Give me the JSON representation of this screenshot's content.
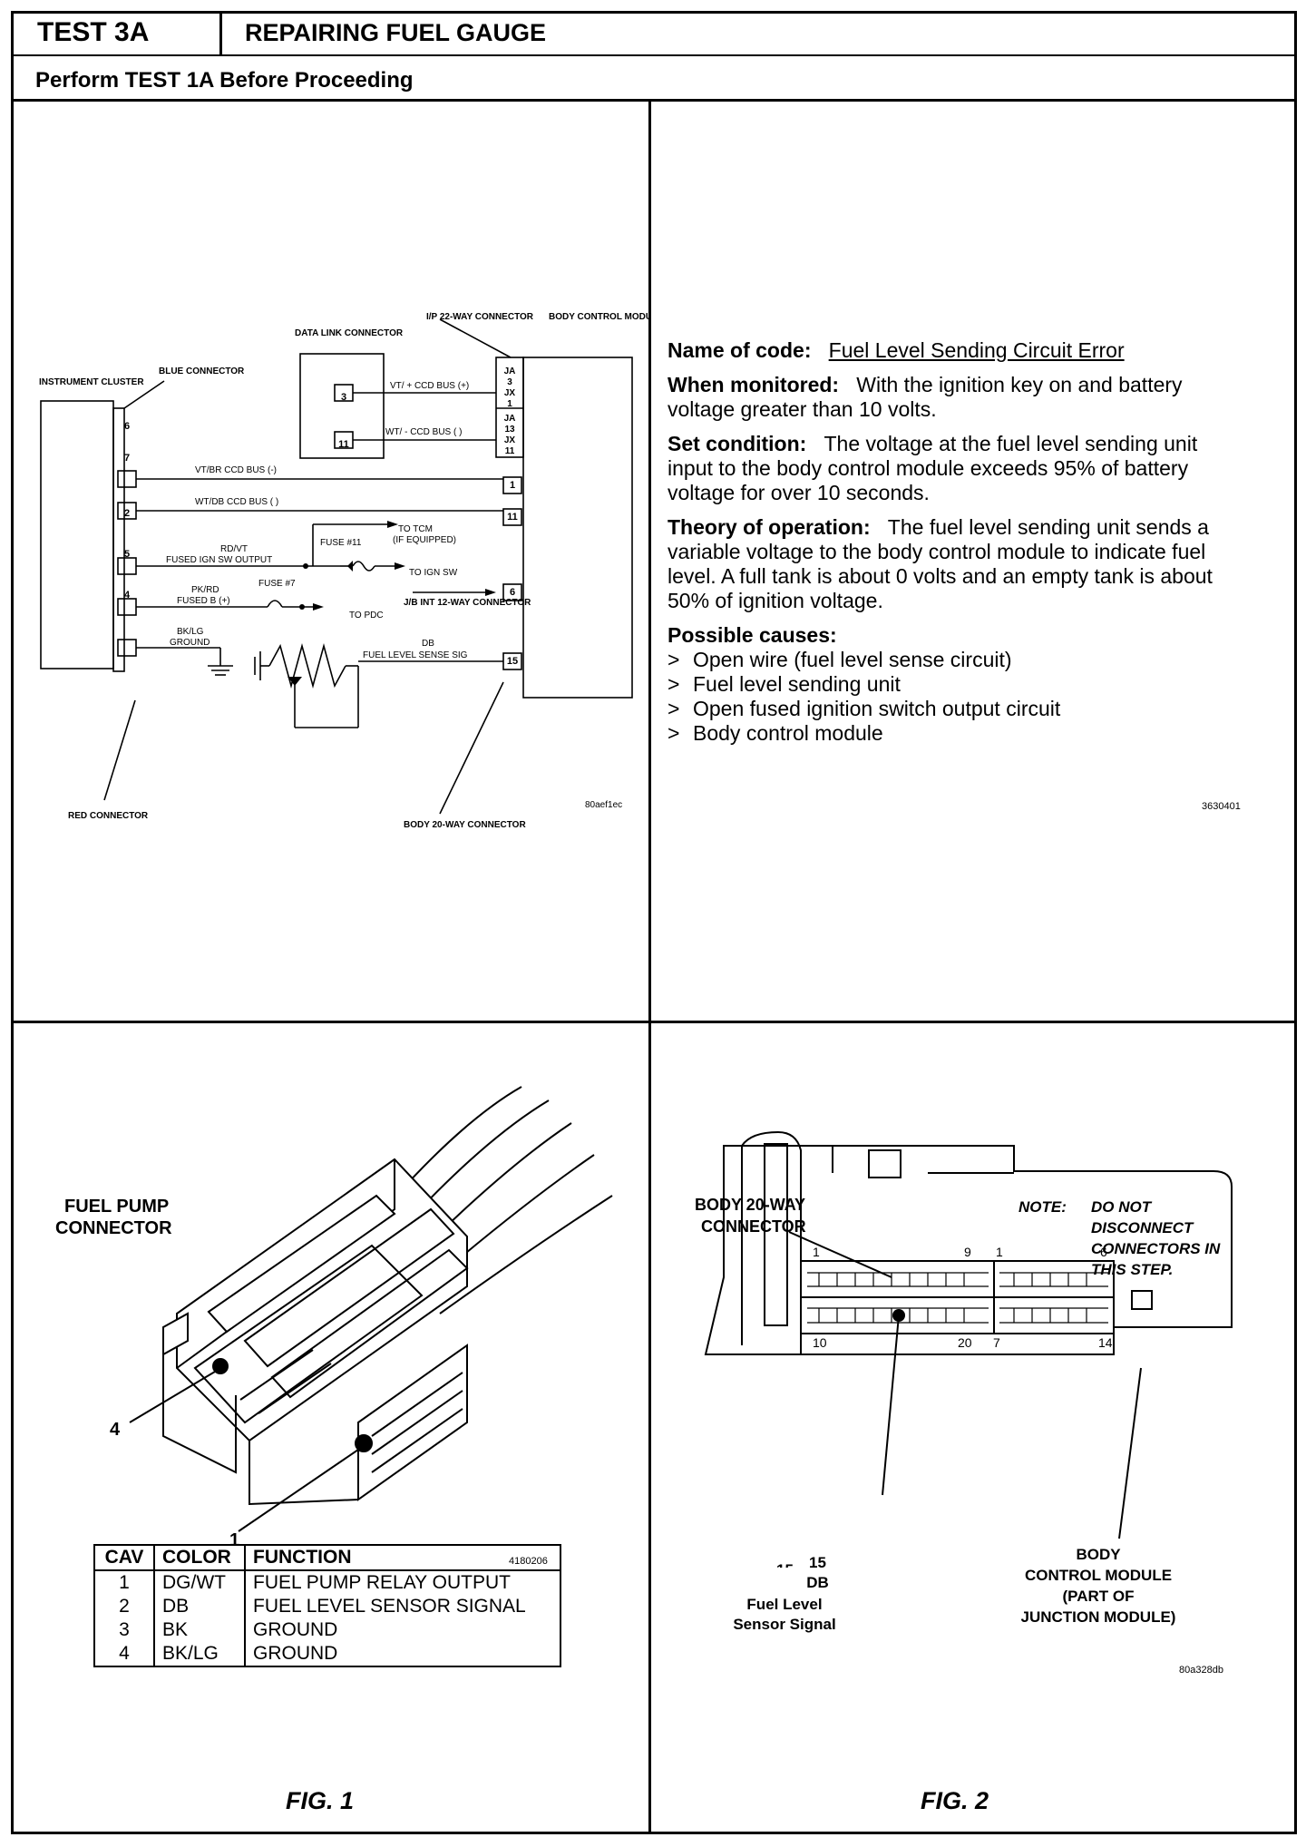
{
  "header": {
    "test_id": "TEST 3A",
    "title": "REPAIRING FUEL GAUGE",
    "prerequisite": "Perform TEST 1A Before Proceeding"
  },
  "schematic": {
    "instrument_cluster": "INSTRUMENT CLUSTER",
    "blue_connector": "BLUE CONNECTOR",
    "data_link_connector": "DATA LINK CONNECTOR",
    "ip_22way": "I/P 22-WAY CONNECTOR",
    "body_control_module": "BODY CONTROL MODULE",
    "red_connector": "RED CONNECTOR",
    "body_20way": "BODY 20-WAY CONNECTOR",
    "jb_int": "J/B INT 12-WAY CONNECTOR",
    "to_tcm": "TO TCM",
    "if_equipped": "(IF EQUIPPED)",
    "to_ign_sw": "TO IGN SW",
    "to_pdc": "TO PDC",
    "fuse11": "FUSE #11",
    "fuse7": "FUSE #7",
    "w_vtplus": "VT/ + CCD BUS (+)",
    "w_wtminus": "WT/ - CCD BUS ( )",
    "w_vtbr": "VT/BR CCD BUS (-)",
    "w_wtdb": "WT/DB CCD BUS ( )",
    "w_rdvt": "RD/VT",
    "w_fused_ign": "FUSED IGN SW OUTPUT",
    "w_pkrd": "PK/RD",
    "w_fused_b": "FUSED B (+)",
    "w_bklg": "BK/LG",
    "w_ground": "GROUND",
    "w_db": "DB",
    "w_fuel_sense": "FUEL LEVEL SENSE SIG",
    "ref": "80aef1ec"
  },
  "code_info": {
    "name_label": "Name of code:",
    "name_value": "Fuel Level Sending Circuit Error",
    "when_label": "When monitored:",
    "when_value": "With the ignition key on and battery voltage greater than 10 volts.",
    "set_label": "Set condition:",
    "set_value": "The voltage at the fuel level sending unit input to the body control module exceeds 95% of battery voltage for over 10 seconds.",
    "theory_label": "Theory of operation:",
    "theory_value": "The fuel level sending unit sends a variable voltage to the body control module to indicate fuel level. A full tank is about 0 volts and an empty tank is about 50% of ignition voltage.",
    "causes_label": "Possible causes:",
    "causes": [
      "Open wire (fuel level sense circuit)",
      "Fuel level sending unit",
      "Open fused ignition switch output circuit",
      "Body control module"
    ],
    "ref": "3630401"
  },
  "fig1": {
    "title": "FUEL PUMP CONNECTOR",
    "callout_4": "4",
    "callout_1": "1",
    "ref": "4180206",
    "caption": "FIG. 1",
    "table": {
      "headers": [
        "CAV",
        "COLOR",
        "FUNCTION"
      ],
      "rows": [
        [
          "1",
          "DG/WT",
          "FUEL PUMP RELAY OUTPUT"
        ],
        [
          "2",
          "DB",
          "FUEL LEVEL SENSOR SIGNAL"
        ],
        [
          "3",
          "BK",
          "GROUND"
        ],
        [
          "4",
          "BK/LG",
          "GROUND"
        ]
      ]
    }
  },
  "fig2": {
    "connector_label": "BODY 20-WAY CONNECTOR",
    "note_label": "NOTE:",
    "note_text": "DO NOT DISCONNECT CONNECTORS IN THIS STEP.",
    "pin_15": "15",
    "pin_db": "DB",
    "fuel_level": "Fuel Level",
    "sensor_signal": "Sensor Signal",
    "bcm_label": "BODY CONTROL MODULE (PART OF JUNCTION MODULE)",
    "ref": "80a328db",
    "caption": "FIG. 2"
  }
}
